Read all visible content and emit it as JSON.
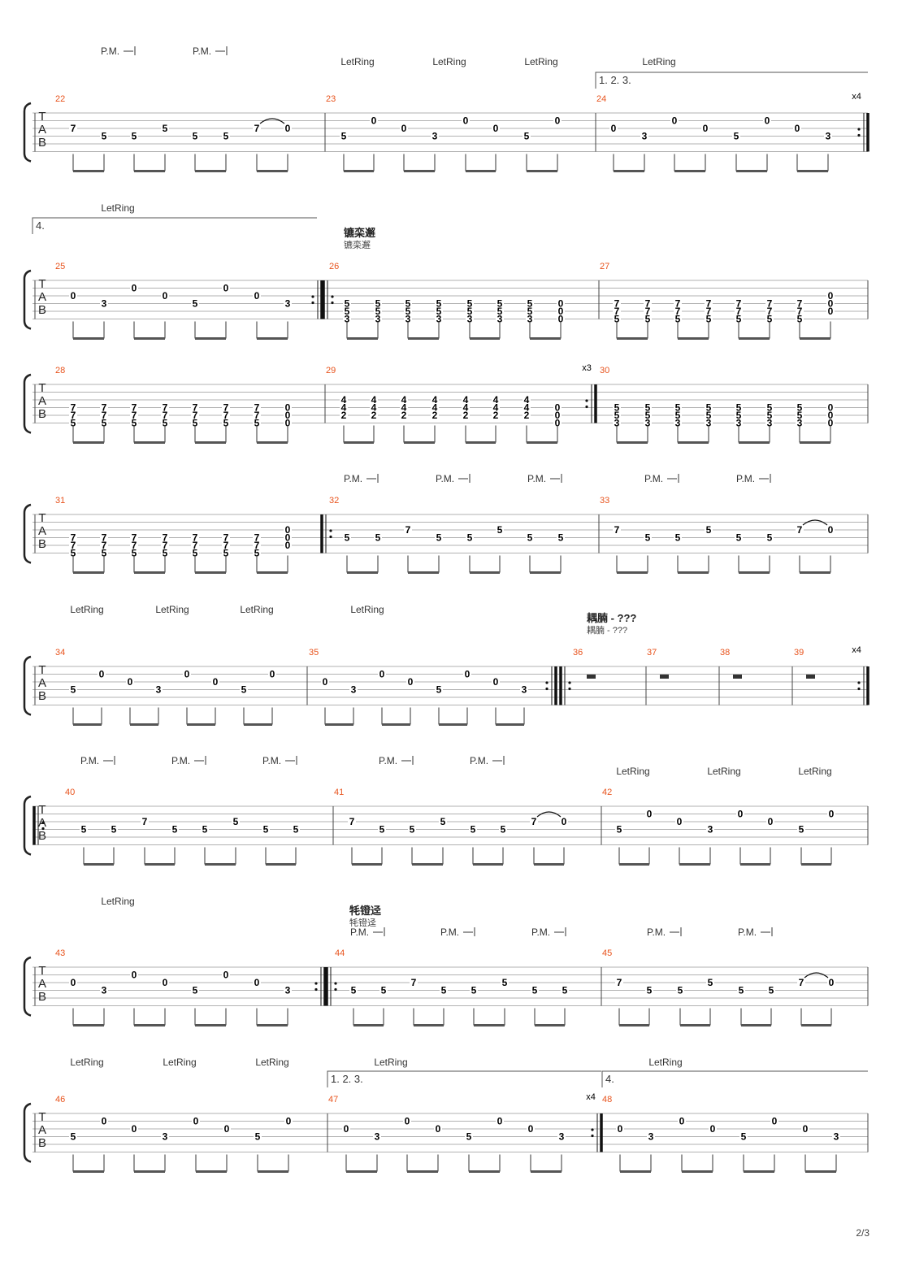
{
  "page_number": "2/3",
  "labels": {
    "tab": [
      "T",
      "A",
      "B"
    ],
    "palm_mute": "P.M.",
    "let_ring": "LetRing",
    "volta_123": "1. 2. 3.",
    "volta_4": "4.",
    "repeat_x4": "x4",
    "repeat_x3": "x3"
  },
  "sections": [
    {
      "title": "镳栾邂",
      "subtitle": "镳栾邂"
    },
    {
      "title": "耦腩 - ???",
      "subtitle": "耦腩 - ???"
    },
    {
      "title": "牦镫迳",
      "subtitle": "牦镫迳"
    }
  ],
  "systems": [
    {
      "measures": [
        {
          "num": "22",
          "notes": [
            [
              "7"
            ],
            [
              "5"
            ],
            [
              "5"
            ],
            [
              "5"
            ],
            [
              "5"
            ],
            [
              "5"
            ],
            [
              "7",
              "tie"
            ],
            [
              "0"
            ]
          ],
          "pm": [
            "P.M.",
            "P.M."
          ]
        },
        {
          "num": "23",
          "notes": "arp_a"
        },
        {
          "num": "24",
          "notes": "arp_b"
        }
      ]
    },
    {
      "measures": [
        {
          "num": "25"
        },
        {
          "num": "26"
        },
        {
          "num": "27"
        }
      ]
    },
    {
      "measures": [
        {
          "num": "28"
        },
        {
          "num": "29"
        },
        {
          "num": "30"
        }
      ]
    },
    {
      "measures": [
        {
          "num": "31"
        },
        {
          "num": "32"
        },
        {
          "num": "33"
        }
      ]
    },
    {
      "measures": [
        {
          "num": "34"
        },
        {
          "num": "35"
        },
        {
          "num": "36"
        },
        {
          "num": "37"
        },
        {
          "num": "38"
        },
        {
          "num": "39"
        }
      ]
    },
    {
      "measures": [
        {
          "num": "40"
        },
        {
          "num": "41"
        },
        {
          "num": "42"
        }
      ]
    },
    {
      "measures": [
        {
          "num": "43"
        },
        {
          "num": "44"
        },
        {
          "num": "45"
        }
      ]
    },
    {
      "measures": [
        {
          "num": "46"
        },
        {
          "num": "47"
        },
        {
          "num": "48"
        }
      ]
    }
  ]
}
